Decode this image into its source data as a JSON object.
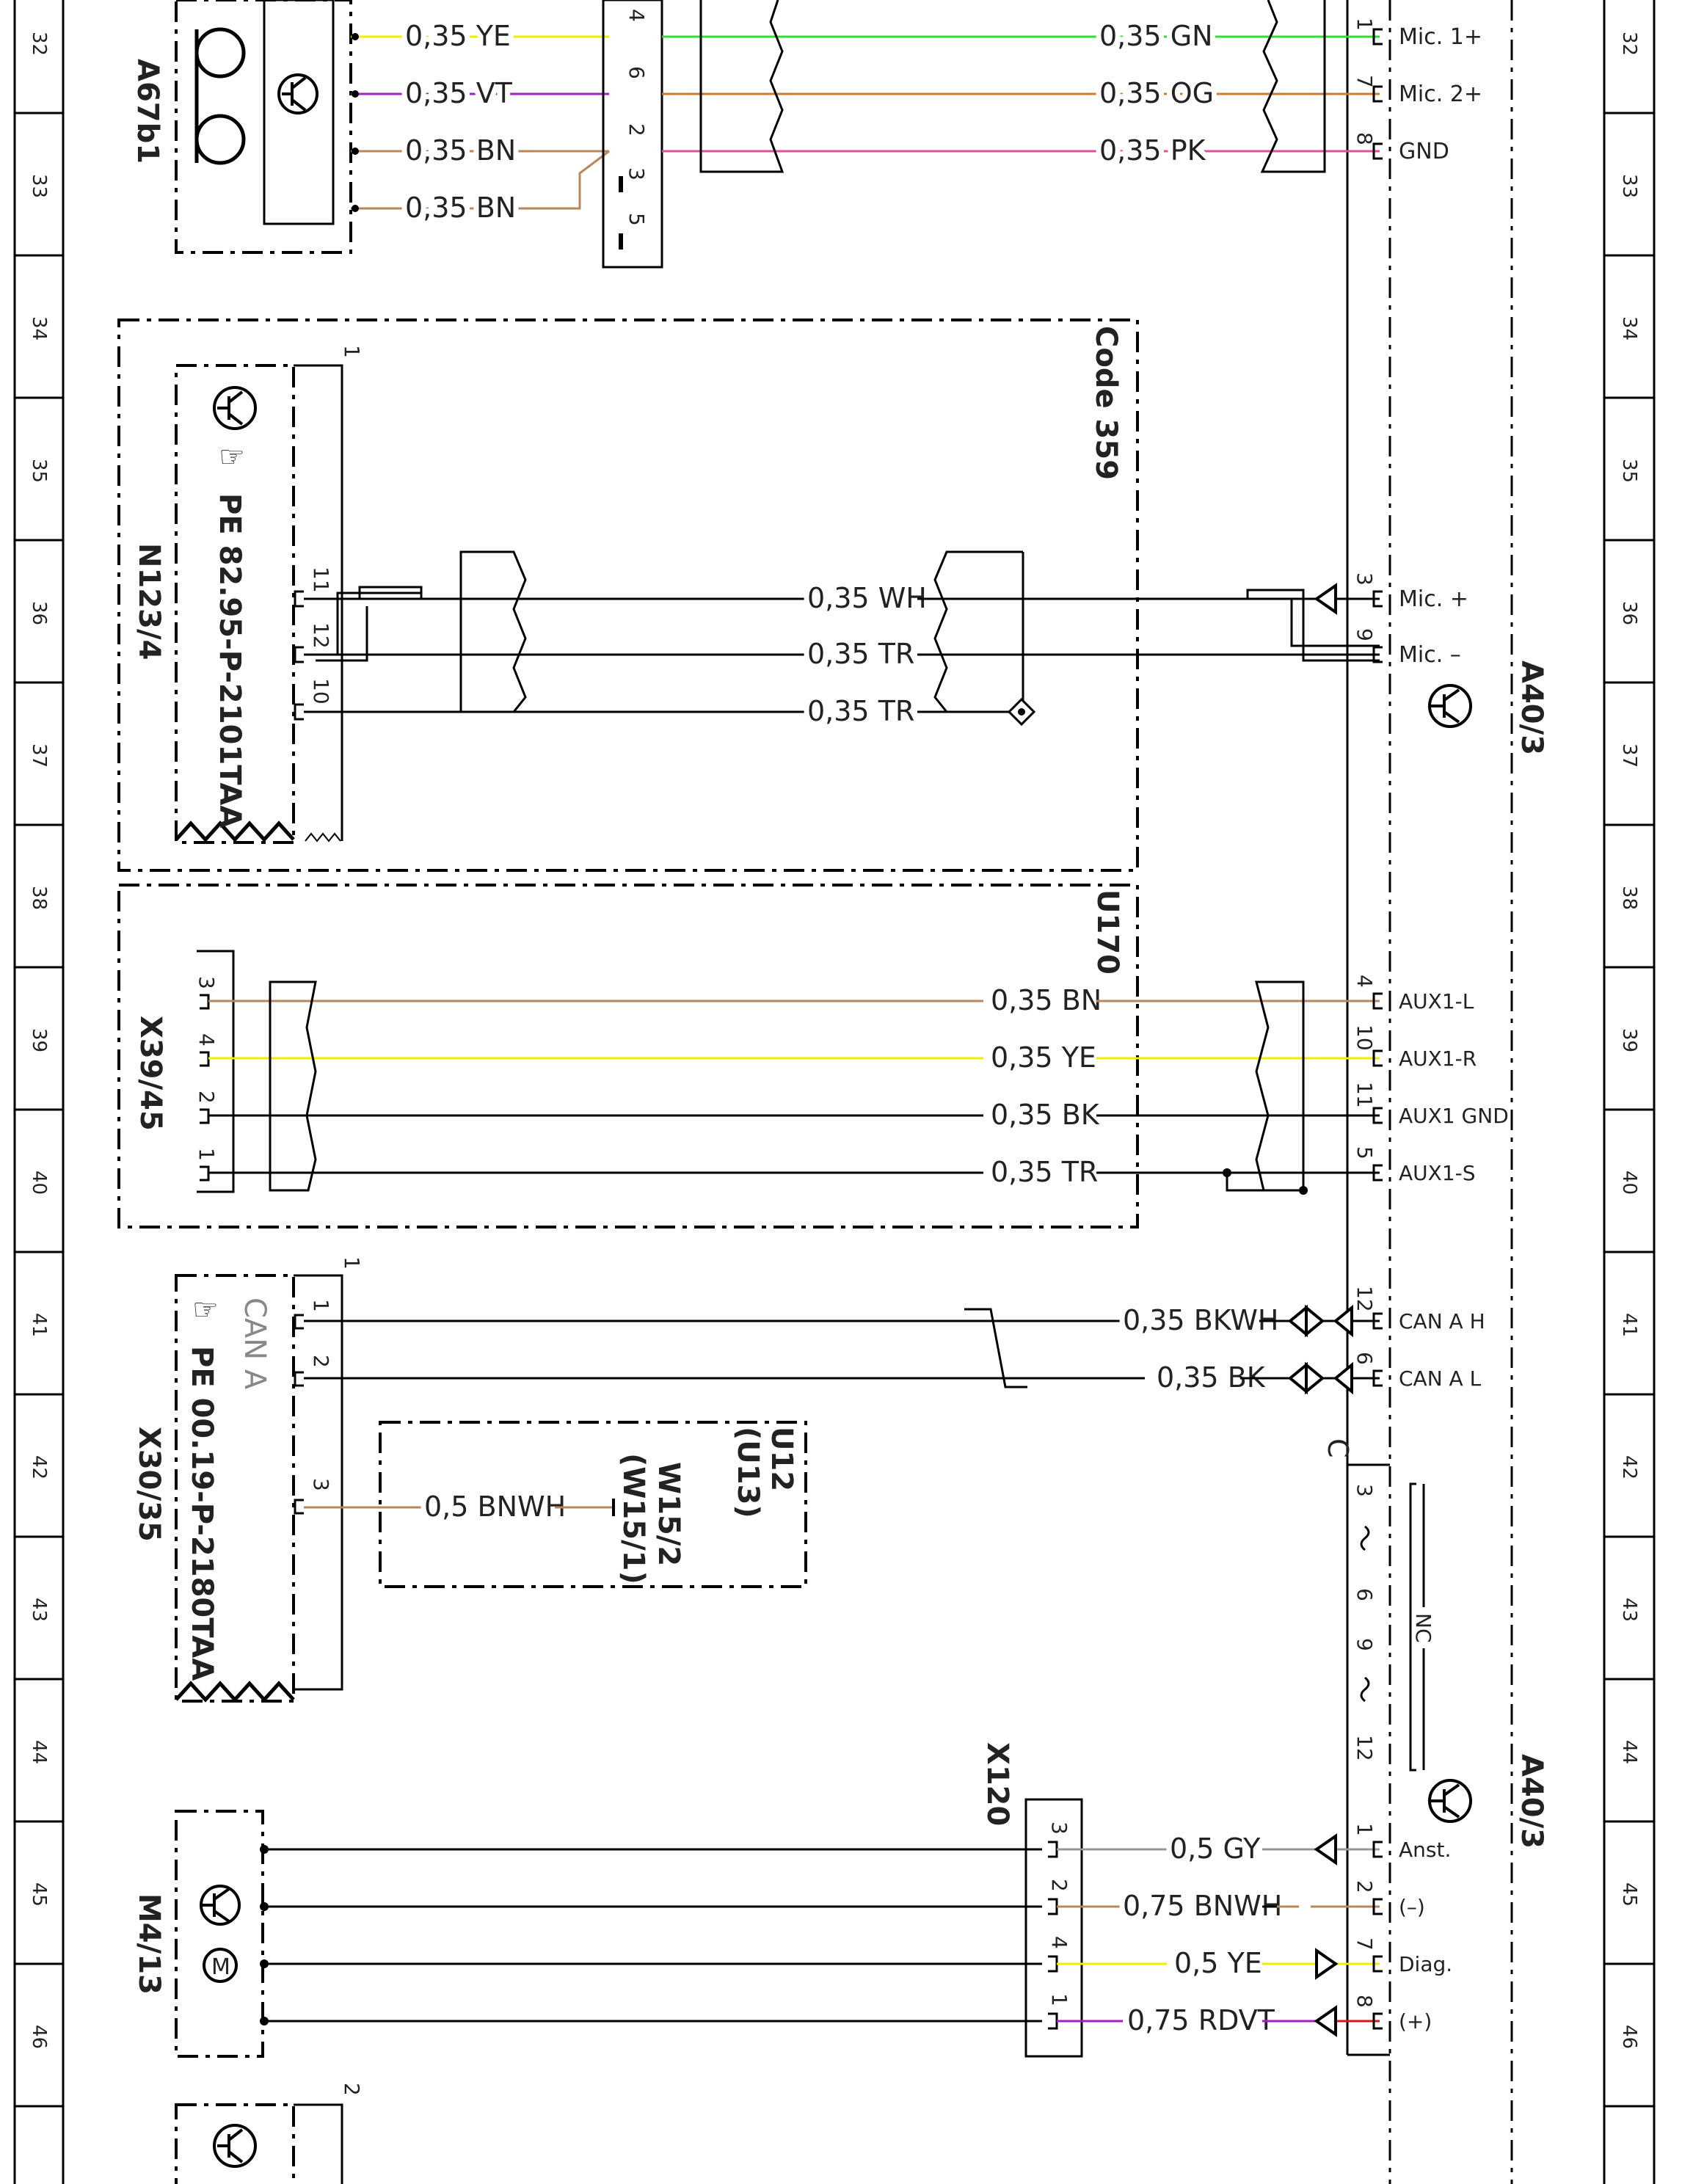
{
  "border_rows": [
    "32",
    "33",
    "34",
    "35",
    "36",
    "37",
    "38",
    "39",
    "40",
    "41",
    "42",
    "43",
    "44",
    "45",
    "46"
  ],
  "colors": {
    "YE": "#eeee00",
    "VT": "#a020c0",
    "BN": "#b8885a",
    "GN": "#33dd33",
    "OG": "#d07a2a",
    "PK": "#e0509a",
    "GY": "#999999",
    "RD": "#d01818",
    "BK": "#000000"
  },
  "top": {
    "component": "A67b1",
    "left_wires": [
      "0,35 YE",
      "0,35 VT",
      "0,35 BN",
      "0,35 BN"
    ],
    "connector_pins": [
      "4",
      "6",
      "2",
      "3",
      "5"
    ],
    "right_wires": [
      "0,35 GN",
      "0,35 OG",
      "0,35 PK"
    ],
    "right_pins": [
      "1",
      "7",
      "8"
    ],
    "signals": [
      "Mic. 1+",
      "Mic. 2+",
      "GND"
    ]
  },
  "code359": {
    "title": "Code 359",
    "component": "N123/4",
    "pe_ref": "PE 82.95-P-2101TAA",
    "pin_group": "1",
    "pins": [
      "11",
      "12",
      "10"
    ],
    "wires": [
      "0,35 WH",
      "0,35 TR",
      "0,35 TR"
    ],
    "right_pins": [
      "3",
      "9"
    ],
    "signals": [
      "Mic. +",
      "Mic. –"
    ]
  },
  "a40_label": "A40/3",
  "u170": {
    "title": "U170",
    "component": "X39/45",
    "pins": [
      "3",
      "4",
      "2",
      "1"
    ],
    "wires": [
      "0,35 BN",
      "0,35 YE",
      "0,35 BK",
      "0,35 TR"
    ],
    "right_pins": [
      "4",
      "10",
      "11",
      "5"
    ],
    "signals": [
      "AUX1-L",
      "AUX1-R",
      "AUX1 GND",
      "AUX1-S"
    ]
  },
  "can": {
    "component": "X30/35",
    "bus": "CAN A",
    "pe_ref": "PE 00.19-P-2180TAA",
    "pin_group": "1",
    "pins": [
      "1",
      "2",
      "3"
    ],
    "wires": [
      "0,35 BKWH",
      "0,35 BK"
    ],
    "right_pins": [
      "12",
      "6"
    ],
    "signals": [
      "CAN A H",
      "CAN A L"
    ]
  },
  "u12": {
    "title1": "U12",
    "title2": "(U13)",
    "ref1": "W15/2",
    "ref2": "(W15/1)",
    "wire": "0,5 BNWH"
  },
  "nc": {
    "connector": "C",
    "pins": [
      "3",
      "6",
      "9",
      "12"
    ],
    "label": "NC"
  },
  "bottom": {
    "component": "M4/13",
    "connector": "X120",
    "pins": [
      "3",
      "2",
      "4",
      "1"
    ],
    "wires": [
      "0,5 GY",
      "0,75 BNWH",
      "0,5 YE",
      "0,75 RDVT"
    ],
    "right_pins": [
      "1",
      "2",
      "7",
      "8"
    ],
    "signals": [
      "Anst.",
      "(–)",
      "Diag.",
      "(+)"
    ]
  },
  "partial": {
    "pin_group": "2"
  }
}
